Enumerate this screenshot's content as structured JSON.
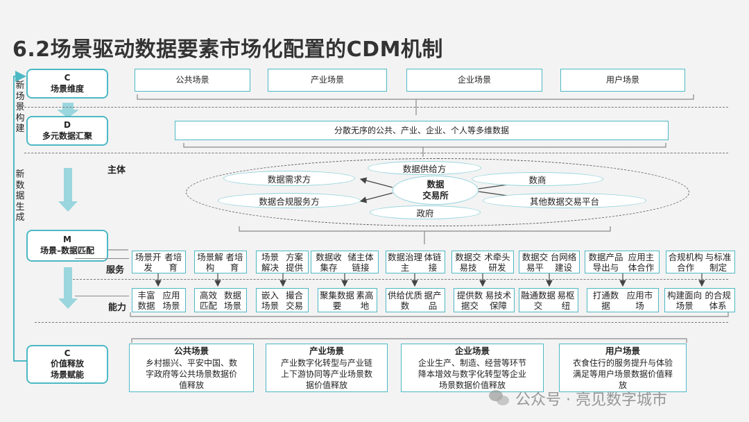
{
  "title": "6.2场景驱动数据要素市场化配置的CDM机制",
  "left": {
    "c1": {
      "line1": "C",
      "line2": "场景维度"
    },
    "d": {
      "line1": "D",
      "line2": "多元数据汇聚"
    },
    "m": {
      "line1": "M",
      "line2": "场景–数据匹配"
    },
    "c2": {
      "line1": "C",
      "line2": "价值释放",
      "line3": "场景赋能"
    },
    "loop_top": "新场景构建",
    "loop_mid": "新数据生成"
  },
  "scenes": [
    "公共场景",
    "产业场景",
    "企业场景",
    "用户场景"
  ],
  "data_bar": "分散无序的公共、产业、企业、个人等多维数据",
  "subject": {
    "label": "主体",
    "center_line1": "数据",
    "center_line2": "交易所",
    "supplier": "数据供给方",
    "demand": "数据需求方",
    "compliance": "数据合规服务方",
    "government": "政府",
    "broker": "数商",
    "other_platform": "其他数据交易平台"
  },
  "service_label": "服务",
  "ability_label": "能力",
  "services": [
    [
      "场景开发",
      "者培育"
    ],
    [
      "场景解构",
      "者培育"
    ],
    [
      "场景解决",
      "方案提供"
    ],
    [
      "数据收集存",
      "储主体链接"
    ],
    [
      "数据治理主",
      "体链接"
    ],
    [
      "数据交易技",
      "术牵头研发"
    ],
    [
      "数据交易平",
      "台网络建设"
    ],
    [
      "数据产品导出与",
      "应用主体合作"
    ],
    [
      "合规机构合作",
      "与标准制定"
    ]
  ],
  "abilities": [
    [
      "丰富数据",
      "应用场景"
    ],
    [
      "高效匹配",
      "数据场景"
    ],
    [
      "嵌入场景",
      "撮合交易"
    ],
    [
      "聚集数据要",
      "素高地"
    ],
    [
      "供给优质数",
      "据产品"
    ],
    [
      "提供数据交",
      "易技术保障"
    ],
    [
      "融通数据交",
      "易枢纽"
    ],
    [
      "打通数据",
      "应用市场"
    ],
    [
      "构建面向场景",
      "的合规体系"
    ]
  ],
  "values": [
    {
      "title": "公共场景",
      "lines": [
        "乡村振兴、平安中国、数",
        "字政府等公共场景数据价",
        "值释放"
      ]
    },
    {
      "title": "产业场景",
      "lines": [
        "产业数字化转型与产业链",
        "上下游协同等产业场景数",
        "据价值释放"
      ]
    },
    {
      "title": "企业场景",
      "lines": [
        "企业生产、制造、经营等环节",
        "降本增效与数字化转型等企业",
        "场景数据价值释放"
      ]
    },
    {
      "title": "用户场景",
      "lines": [
        "衣食住行的服务提升与体验",
        "满足等用户场景数据价值释",
        "放"
      ]
    }
  ],
  "watermark": "公众号 · 亮见数字城市"
}
